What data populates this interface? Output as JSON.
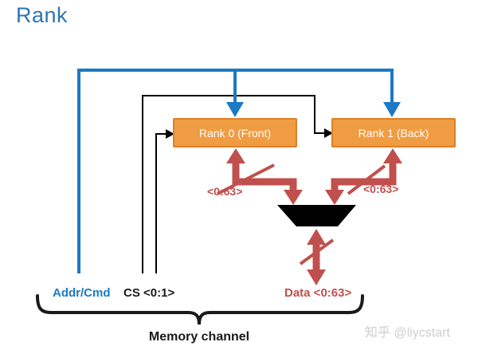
{
  "title": "Rank",
  "colors": {
    "title": "#2E74B5",
    "addr_line": "#1B7AC5",
    "cs_line": "#000000",
    "data_line": "#C0504D",
    "box_fill": "#F09C42",
    "box_border": "#DD8127",
    "box_text": "#FFFFFF",
    "mux_fill": "#000000",
    "brace": "#1A1A1A",
    "watermark": "#D2D2D2"
  },
  "ranks": [
    {
      "label": "Rank 0 (Front)"
    },
    {
      "label": "Rank 1 (Back)"
    }
  ],
  "bus_labels": {
    "left": "<0:63>",
    "right": "<0:63>"
  },
  "channel_labels": {
    "addr_cmd": "Addr/Cmd",
    "cs": "CS <0:1>",
    "data": "Data <0:63>"
  },
  "brace_label": "Memory channel",
  "watermark": "知乎 @liycstart"
}
